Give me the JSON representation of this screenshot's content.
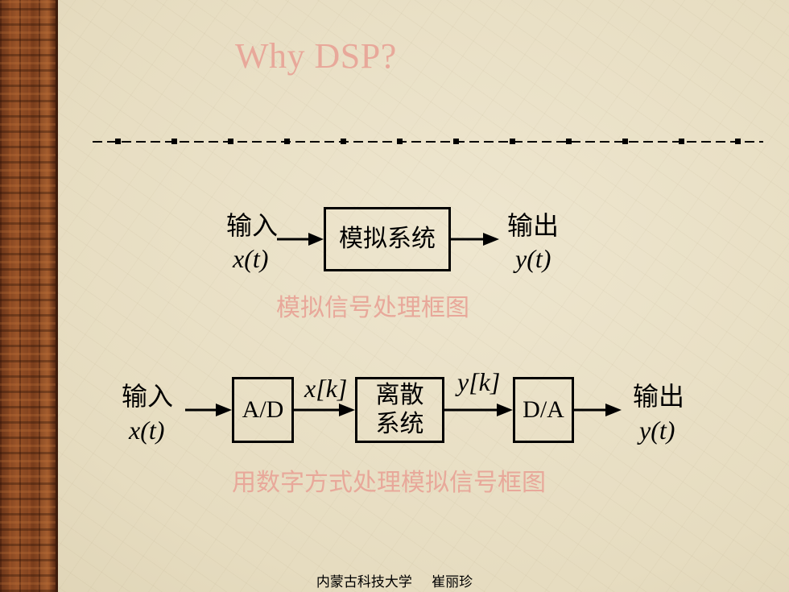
{
  "title": "Why DSP?",
  "analog": {
    "input_label": "输入",
    "input_var": "x(t)",
    "system_label": "模拟系统",
    "output_label": "输出",
    "output_var": "y(t)",
    "caption": "模拟信号处理框图"
  },
  "digital": {
    "input_label": "输入",
    "input_var": "x(t)",
    "ad_label": "A/D",
    "xk_label": "x[k]",
    "discrete_line1": "离散",
    "discrete_line2": "系统",
    "yk_label": "y[k]",
    "da_label": "D/A",
    "output_label": "输出",
    "output_var": "y(t)",
    "caption": "用数字方式处理模拟信号框图"
  },
  "footer": {
    "school": "内蒙古科技大学",
    "author": "崔丽珍"
  },
  "colors": {
    "accent_pink": "#e8a89a",
    "background": "#e9e0c6"
  }
}
